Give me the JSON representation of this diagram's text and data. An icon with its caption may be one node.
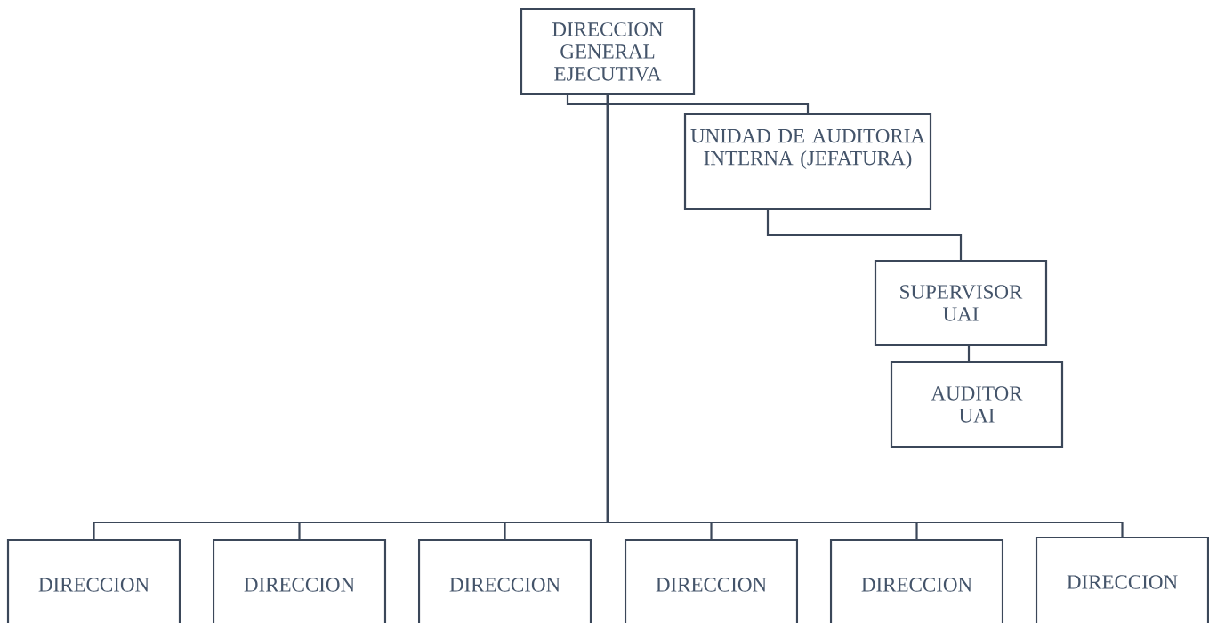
{
  "diagram": {
    "nodes": [
      {
        "text": [
          "DIRECCION GENERAL EJECUTIVA"
        ]
      },
      {
        "text": [
          "UNIDAD DE AUDITORIA INTERNA (JEFATURA)"
        ]
      },
      {
        "text": [
          "SUPERVISOR UAI"
        ]
      },
      {
        "text": [
          "AUDITOR UAI"
        ]
      },
      {
        "text": [
          "DIRECCION"
        ]
      },
      {
        "text": [
          "DIRECCION"
        ]
      },
      {
        "text": [
          "DIRECCION"
        ]
      },
      {
        "text": [
          "DIRECCION"
        ]
      },
      {
        "text": [
          "DIRECCION"
        ]
      },
      {
        "text": [
          "DIRECCION"
        ]
      }
    ],
    "edges": [
      {
        "from": 0,
        "to": 1,
        "arrow": "none"
      },
      {
        "from": 1,
        "to": 2,
        "arrow": "none"
      },
      {
        "from": 2,
        "to": 3,
        "arrow": "none"
      },
      {
        "from": 0,
        "to": 4,
        "arrow": "none"
      },
      {
        "from": 0,
        "to": 5,
        "arrow": "none"
      },
      {
        "from": 0,
        "to": 6,
        "arrow": "none"
      },
      {
        "from": 0,
        "to": 7,
        "arrow": "none"
      },
      {
        "from": 0,
        "to": 8,
        "arrow": "none"
      },
      {
        "from": 0,
        "to": 9,
        "arrow": "none"
      }
    ]
  }
}
